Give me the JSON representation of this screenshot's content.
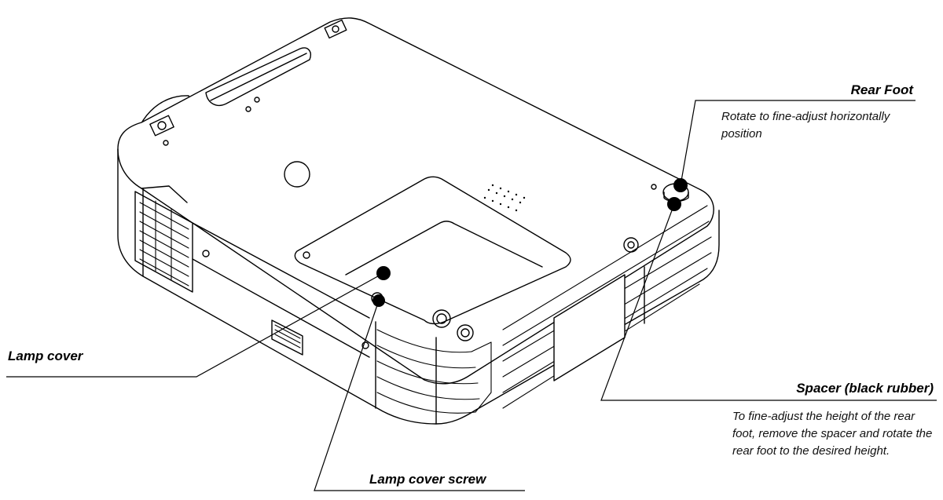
{
  "labels": {
    "rear_foot": {
      "title": "Rear Foot",
      "description": "Rotate to fine-adjust horizontally position"
    },
    "lamp_cover": {
      "title": "Lamp cover"
    },
    "spacer": {
      "title": "Spacer (black rubber)",
      "description": "To fine-adjust the height of the rear foot, remove the spacer and rotate the rear foot to the desired height."
    },
    "lamp_cover_screw": {
      "title": "Lamp cover screw"
    }
  }
}
